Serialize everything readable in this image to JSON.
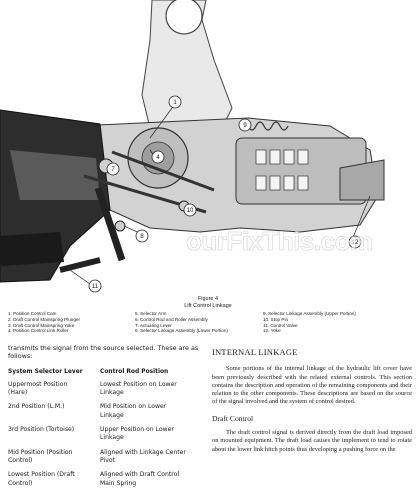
{
  "figure": {
    "title": "Figure 4",
    "subtitle": "Lift Control Linkage",
    "callouts": [
      "1",
      "4",
      "7",
      "8",
      "9",
      "10",
      "11",
      "12"
    ],
    "watermark": "ourFixThis.com"
  },
  "legend": [
    [
      "1. Position Control Cam",
      "2. Draft Control Mainspring Plunger",
      "3. Draft Control Mainspring Yoke",
      "4. Position Control Link Roller"
    ],
    [
      "5. Selector Arm",
      "6. Control Rod and Roller Assembly",
      "7. Actuating Lever",
      "8. Selector Linkage Assembly (Lower Portion)"
    ],
    [
      "9. Selector Linkage Assembly (Upper Portion)",
      "10. Stop Pin",
      "11. Control Valve",
      "12. Yoke"
    ]
  ],
  "left": {
    "intro": "transmits the signal from the source selected. These are as follows:",
    "col1_header": "System Selector Lever",
    "col2_header": "Control Rod Position",
    "rows": [
      [
        "Uppermost Position\n(Hare)",
        "Lowest Position on Lower\nLinkage"
      ],
      [
        "2nd Position (L.M.)",
        "Mid Position on Lower\nLinkage"
      ],
      [
        "3rd Position (Tortoise)",
        "Upper Position on Lower\nLinkage"
      ],
      [
        "Mid Position (Position\nControl)",
        "Aligned with Linkage Center\nPivot"
      ],
      [
        "Lowest Position (Draft\nControl)",
        "Aligned with Draft Control\nMain Spring"
      ]
    ]
  },
  "right": {
    "heading": "INTERNAL LINKAGE",
    "para1": "Some portions of the internal linkage of the hydraulic lift cover have been previously described with the related external controls. This section contains the description and operation of the remaining components and their relation to the other components. These descriptions are based on the source of the signal involved and the system of control desired.",
    "subheading": "Draft Control",
    "para2": "The draft control signal is derived directly from the draft load imposed on mounted equipment. The draft load causes the implement to tend to rotate about the lower link hitch points thus developing a pushing force on the"
  }
}
